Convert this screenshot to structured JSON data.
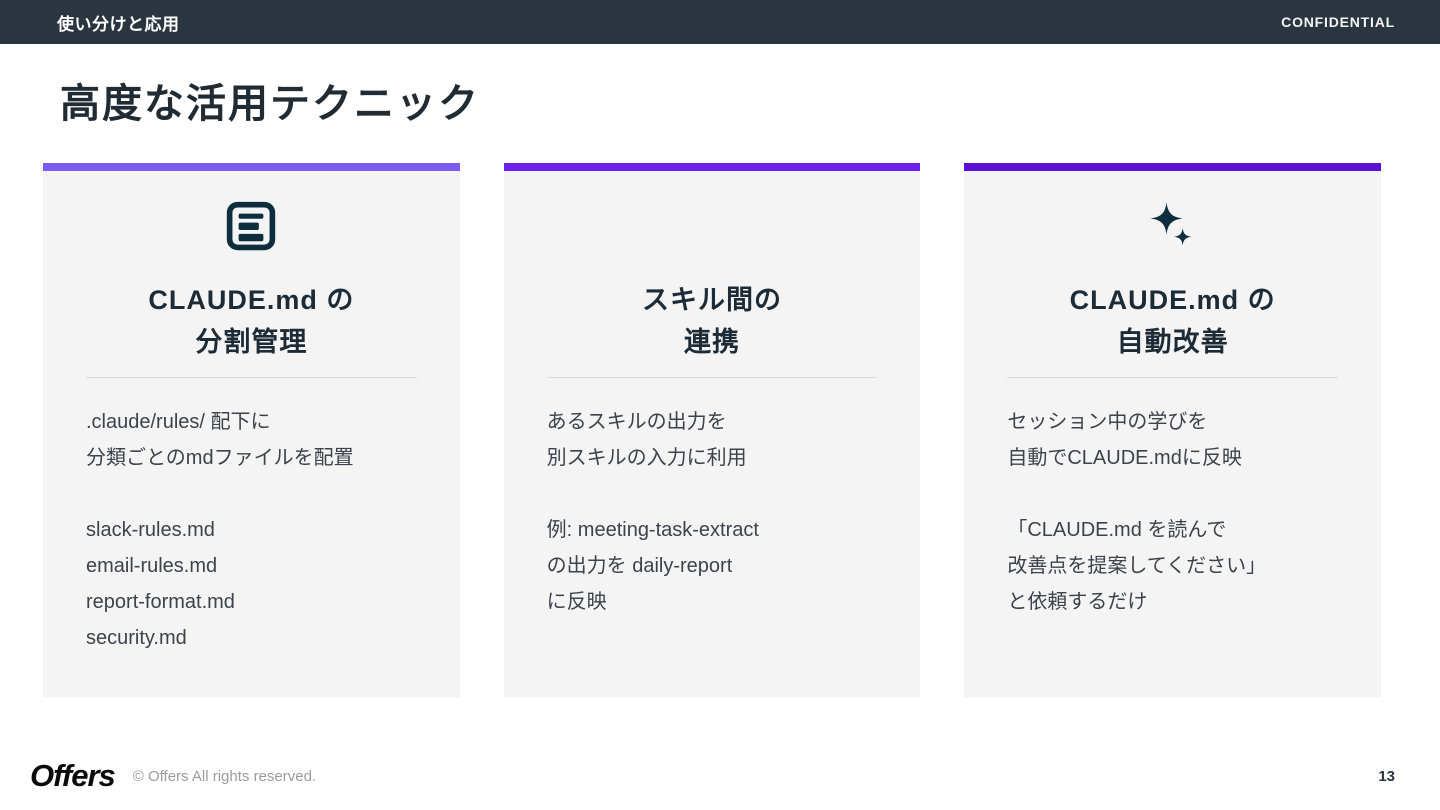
{
  "topbar": {
    "section_label": "使い分けと応用",
    "confidential_label": "CONFIDENTIAL",
    "bg_color": "#2B353F"
  },
  "page_title": "高度な活用テクニック",
  "cards": [
    {
      "icon": "document-lines-icon",
      "accent_color": "#7C5CF7",
      "title_line1": "CLAUDE.md の",
      "title_line2": "分割管理",
      "body_lines": [
        ".claude/rules/ 配下に",
        "分類ごとのmdファイルを配置",
        "",
        "slack-rules.md",
        "email-rules.md",
        "report-format.md",
        "security.md"
      ]
    },
    {
      "icon": "none",
      "accent_color": "#6C22EB",
      "title_line1": "スキル間の",
      "title_line2": "連携",
      "body_lines": [
        "あるスキルの出力を",
        "別スキルの入力に利用",
        "",
        "例: meeting-task-extract",
        "の出力を daily-report",
        "に反映"
      ]
    },
    {
      "icon": "sparkles-icon",
      "accent_color": "#5A10D5",
      "title_line1": "CLAUDE.md の",
      "title_line2": "自動改善",
      "body_lines": [
        "セッション中の学びを",
        "自動でCLAUDE.mdに反映",
        "",
        "「CLAUDE.md を読んで",
        "改善点を提案してください」",
        "と依頼するだけ"
      ]
    }
  ],
  "footer": {
    "logo_text": "Offers",
    "copyright": "© Offers All rights reserved.",
    "page_number": "13"
  },
  "colors": {
    "icon_ink": "#0E2E3E",
    "card_bg": "#F4F4F5"
  }
}
